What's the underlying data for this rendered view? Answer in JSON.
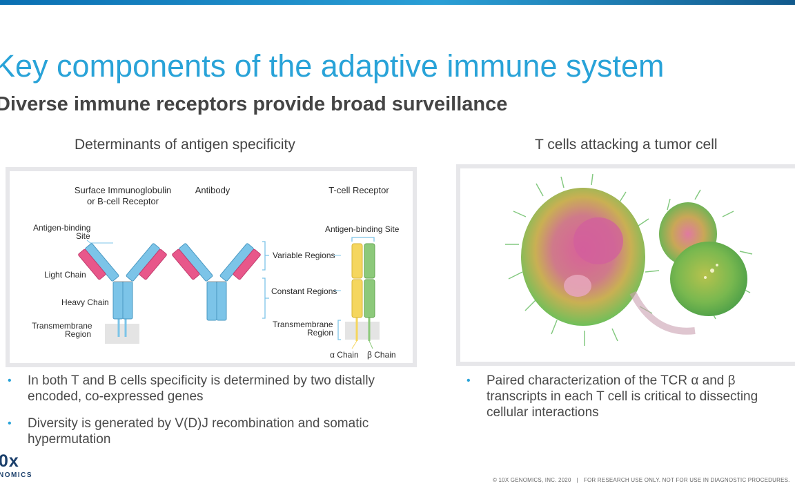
{
  "slide": {
    "title": "Key components of the adaptive immune system",
    "subtitle": "Diverse immune receptors provide broad surveillance"
  },
  "left_column": {
    "heading": "Determinants of antigen specificity",
    "diagram": {
      "headers": {
        "surface_ig_line1": "Surface Immunoglobulin",
        "surface_ig_line2": "or B-cell Receptor",
        "antibody": "Antibody",
        "tcr": "T-cell Receptor"
      },
      "labels": {
        "antigen_binding_line1": "Antigen-binding",
        "antigen_binding_line2": "Site",
        "light_chain": "Light Chain",
        "heavy_chain": "Heavy Chain",
        "transmembrane_line1": "Transmembrane",
        "transmembrane_line2": "Region",
        "variable_regions": "Variable Regions",
        "constant_regions": "Constant Regions",
        "transmembrane_right_line1": "Transmembrane",
        "transmembrane_right_line2": "Region",
        "tcr_antigen_binding": "Antigen-binding Site",
        "alpha_chain": "α Chain",
        "beta_chain": "β Chain"
      },
      "colors": {
        "light_chain_pink": "#e8578a",
        "heavy_chain_blue": "#7cc4e8",
        "alpha_yellow": "#f5d65e",
        "beta_green": "#8cc97a",
        "membrane_gray": "#e4e4e4"
      }
    },
    "bullets": [
      "In both T and B cells specificity is determined by two distally encoded, co-expressed genes",
      "Diversity is generated by V(D)J recombination and somatic hypermutation"
    ]
  },
  "right_column": {
    "heading": "T cells attacking a tumor cell",
    "bullets": [
      "Paired characterization of the TCR α and β transcripts in each T cell is critical to dissecting cellular interactions"
    ]
  },
  "logo": {
    "mark": "0x",
    "text": "NOMICS"
  },
  "footer": {
    "copyright": "© 10X GENOMICS, INC. 2020",
    "separator": "|",
    "disclaimer": "FOR RESEARCH USE ONLY. NOT FOR USE IN DIAGNOSTIC PROCEDURES."
  },
  "theme": {
    "accent": "#29a3d8",
    "text": "#444444"
  }
}
